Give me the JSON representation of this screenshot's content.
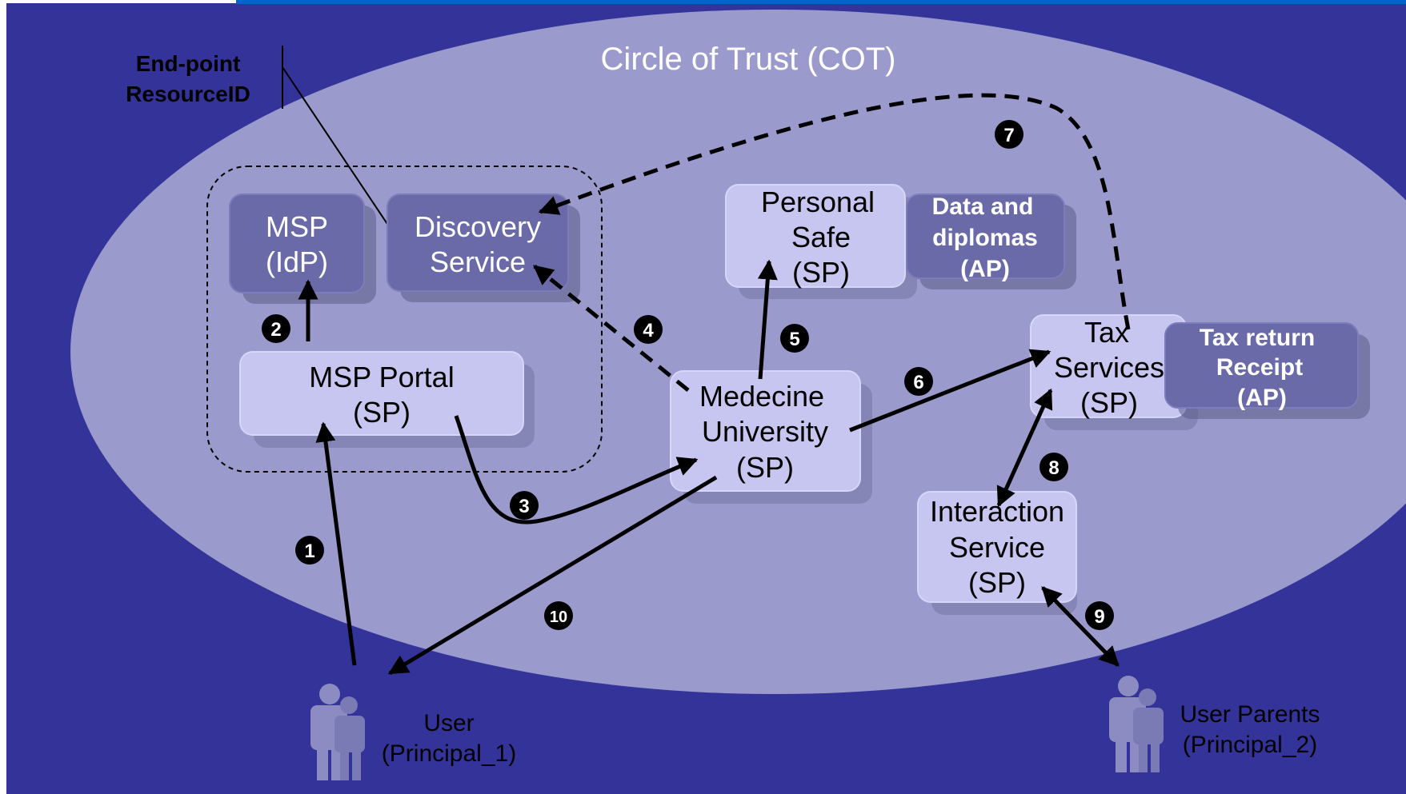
{
  "title": "Circle of Trust (COT)",
  "callout": {
    "line1": "End-point",
    "line2": "ResourceID"
  },
  "nodes": {
    "msp_idp": {
      "line1": "MSP",
      "line2": "(IdP)"
    },
    "discovery": {
      "line1": "Discovery",
      "line2": "Service"
    },
    "msp_portal": {
      "line1": "MSP Portal",
      "line2": "(SP)"
    },
    "personal_safe": {
      "line1": "Personal",
      "line2": "Safe",
      "line3": "(SP)"
    },
    "data_diplomas": {
      "line1": "Data and",
      "line2": "diplomas",
      "line3": "(AP)"
    },
    "medecine": {
      "line1": "Medecine",
      "line2": "University",
      "line3": "(SP)"
    },
    "tax_services": {
      "line1": "Tax",
      "line2": "Services",
      "line3": "(SP)"
    },
    "tax_return": {
      "line1": "Tax return",
      "line2": "Receipt",
      "line3": "(AP)"
    },
    "interaction": {
      "line1": "Interaction",
      "line2": "Service",
      "line3": "(SP)"
    }
  },
  "steps": [
    "1",
    "2",
    "3",
    "4",
    "5",
    "6",
    "7",
    "8",
    "9",
    "10"
  ],
  "users": {
    "principal_1": {
      "line1": "User",
      "line2": "(Principal_1)"
    },
    "principal_2": {
      "line1": "User Parents",
      "line2": "(Principal_2)"
    }
  },
  "colors": {
    "background": "#333399",
    "ellipse": "#9a9acc",
    "sp_box": "#c6c6f0",
    "ap_box": "#6a6aa8",
    "step_badge": "#000000"
  }
}
